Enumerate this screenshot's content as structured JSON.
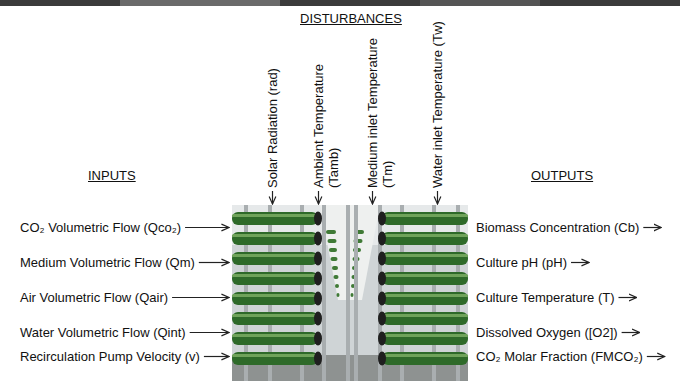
{
  "diagram": {
    "labels": [
      "DISTURBANCES",
      "INPUTS",
      "OUTPUTS",
      "Solar Radiation (rad)",
      "Ambient Temperature (Tamb)",
      "Medium inlet Temperature (Tm)",
      "Water inlet Temperature (Tw)",
      "CO₂ Volumetric Flow (Qco₂)",
      "Medium Volumetric Flow (Qm)",
      "Air Volumetric Flow (Qair)",
      "Water Volumetric Flow (Qint)",
      "Recirculation Pump Velocity (v)",
      "Biomass Concentration (Cb)",
      "Culture pH (pH)",
      "Culture Temperature (T)",
      "Dissolved Oxygen ([O2])",
      "CO₂ Molar Fraction (FMCO₂)"
    ]
  }
}
